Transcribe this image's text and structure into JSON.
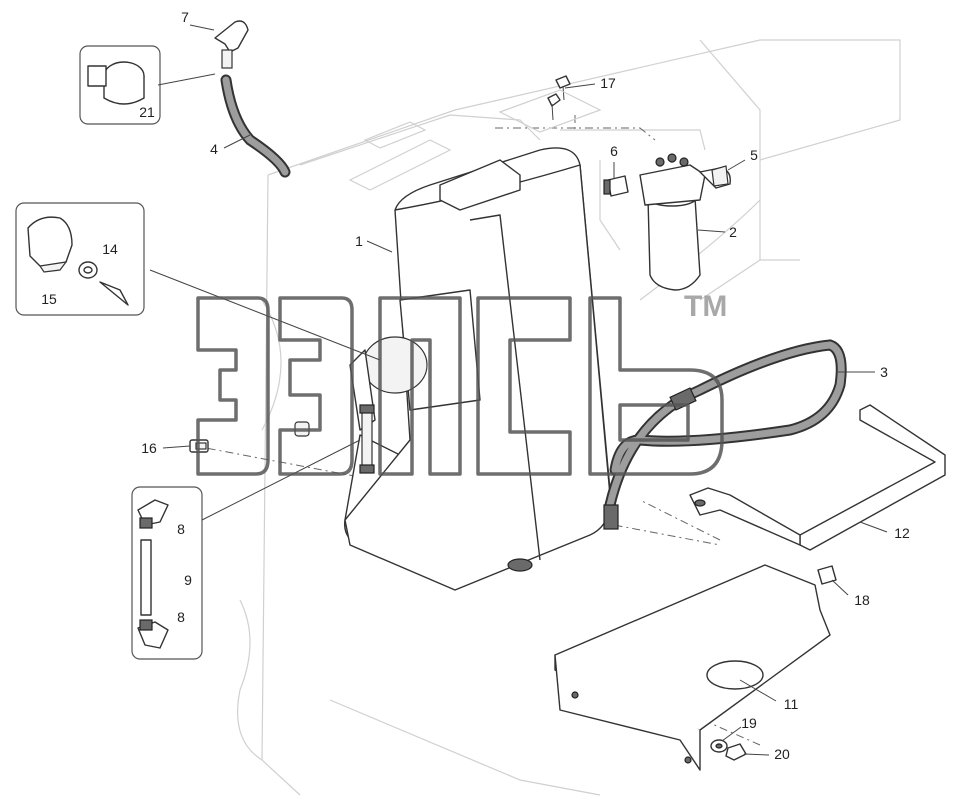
{
  "callouts": [
    {
      "id": "c1",
      "label": "1"
    },
    {
      "id": "c2",
      "label": "2"
    },
    {
      "id": "c3",
      "label": "3"
    },
    {
      "id": "c4",
      "label": "4"
    },
    {
      "id": "c5",
      "label": "5"
    },
    {
      "id": "c6",
      "label": "6"
    },
    {
      "id": "c7",
      "label": "7"
    },
    {
      "id": "c8a",
      "label": "8"
    },
    {
      "id": "c8b",
      "label": "8"
    },
    {
      "id": "c9",
      "label": "9"
    },
    {
      "id": "c11",
      "label": "11"
    },
    {
      "id": "c12",
      "label": "12"
    },
    {
      "id": "c14",
      "label": "14"
    },
    {
      "id": "c15",
      "label": "15"
    },
    {
      "id": "c16",
      "label": "16"
    },
    {
      "id": "c17",
      "label": "17"
    },
    {
      "id": "c18",
      "label": "18"
    },
    {
      "id": "c19",
      "label": "19"
    },
    {
      "id": "c20",
      "label": "20"
    },
    {
      "id": "c21",
      "label": "21"
    }
  ],
  "watermark": {
    "trademark": "TM"
  },
  "colors": {
    "line": "#333333",
    "ghost": "#d0d0d0",
    "background": "#ffffff"
  }
}
